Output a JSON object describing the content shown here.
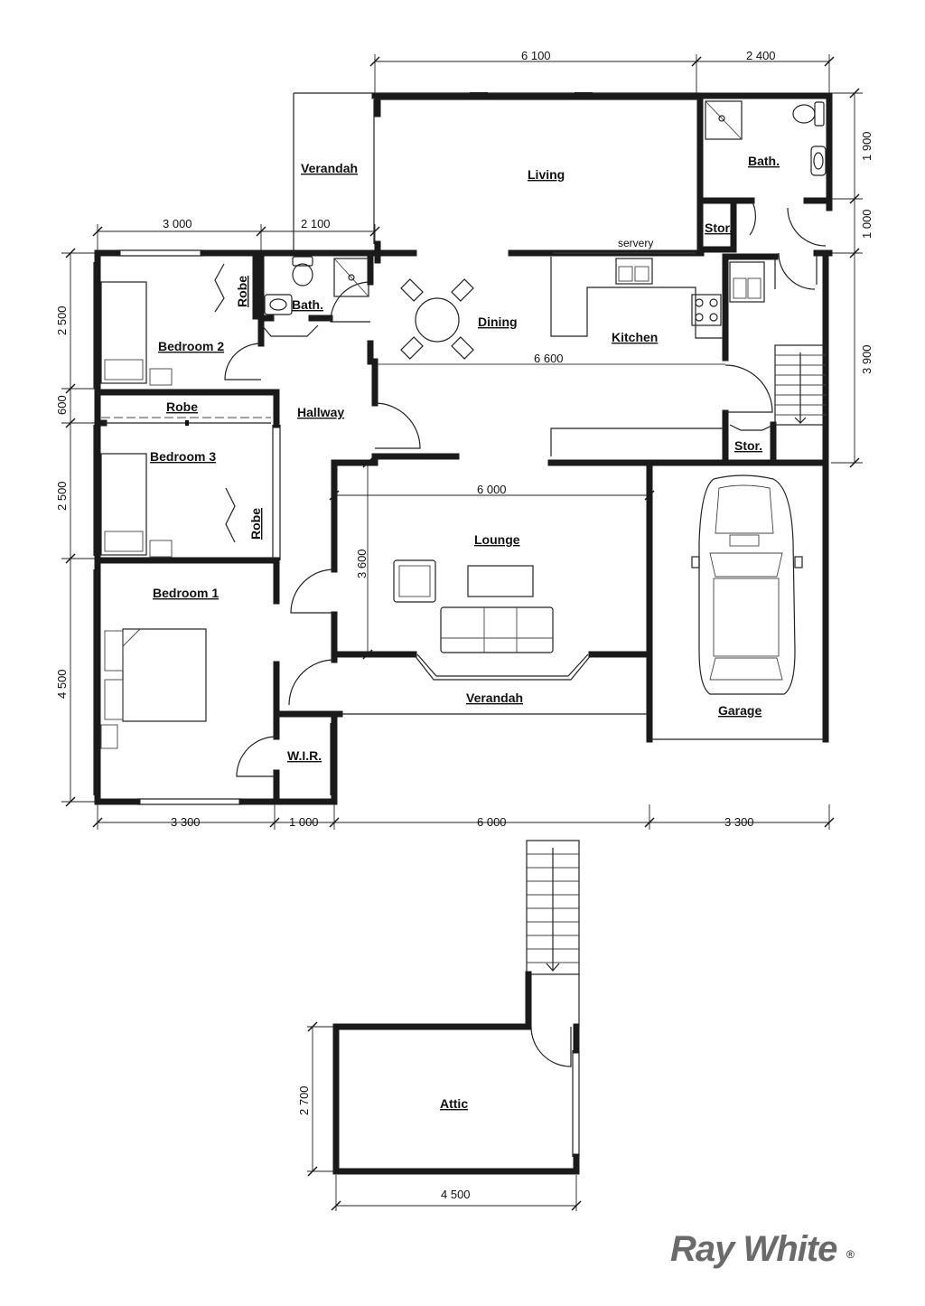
{
  "rooms": {
    "verandah_top": "Verandah",
    "living": "Living",
    "bath_top": "Bath.",
    "stor_top": "Stor.",
    "servery": "servery",
    "bath_mid": "Bath.",
    "robe_b2": "Robe",
    "bedroom2": "Bedroom 2",
    "dining": "Dining",
    "kitchen": "Kitchen",
    "robe_mid": "Robe",
    "hallway": "Hallway",
    "bedroom3": "Bedroom 3",
    "robe_b3": "Robe",
    "stor_bottom": "Stor.",
    "lounge": "Lounge",
    "bedroom1": "Bedroom 1",
    "verandah_bottom": "Verandah",
    "garage": "Garage",
    "wir": "W.I.R.",
    "attic": "Attic"
  },
  "dimensions": {
    "top_6100": "6 100",
    "top_2400": "2 400",
    "top_3000": "3 000",
    "top_2100": "2 100",
    "right_1900": "1 900",
    "right_1000": "1 000",
    "right_3900": "3 900",
    "left_2500a": "2 500",
    "left_600": "600",
    "left_2500b": "2 500",
    "left_4500": "4 500",
    "dining_6600": "6 600",
    "lounge_6000": "6 000",
    "lounge_3600": "3 600",
    "bottom_3300a": "3 300",
    "bottom_1000": "1 000",
    "bottom_6000": "6 000",
    "bottom_3300b": "3 300",
    "attic_2700": "2 700",
    "attic_4500": "4 500"
  },
  "brand": {
    "name": "Ray White",
    "registered_mark": "®"
  }
}
